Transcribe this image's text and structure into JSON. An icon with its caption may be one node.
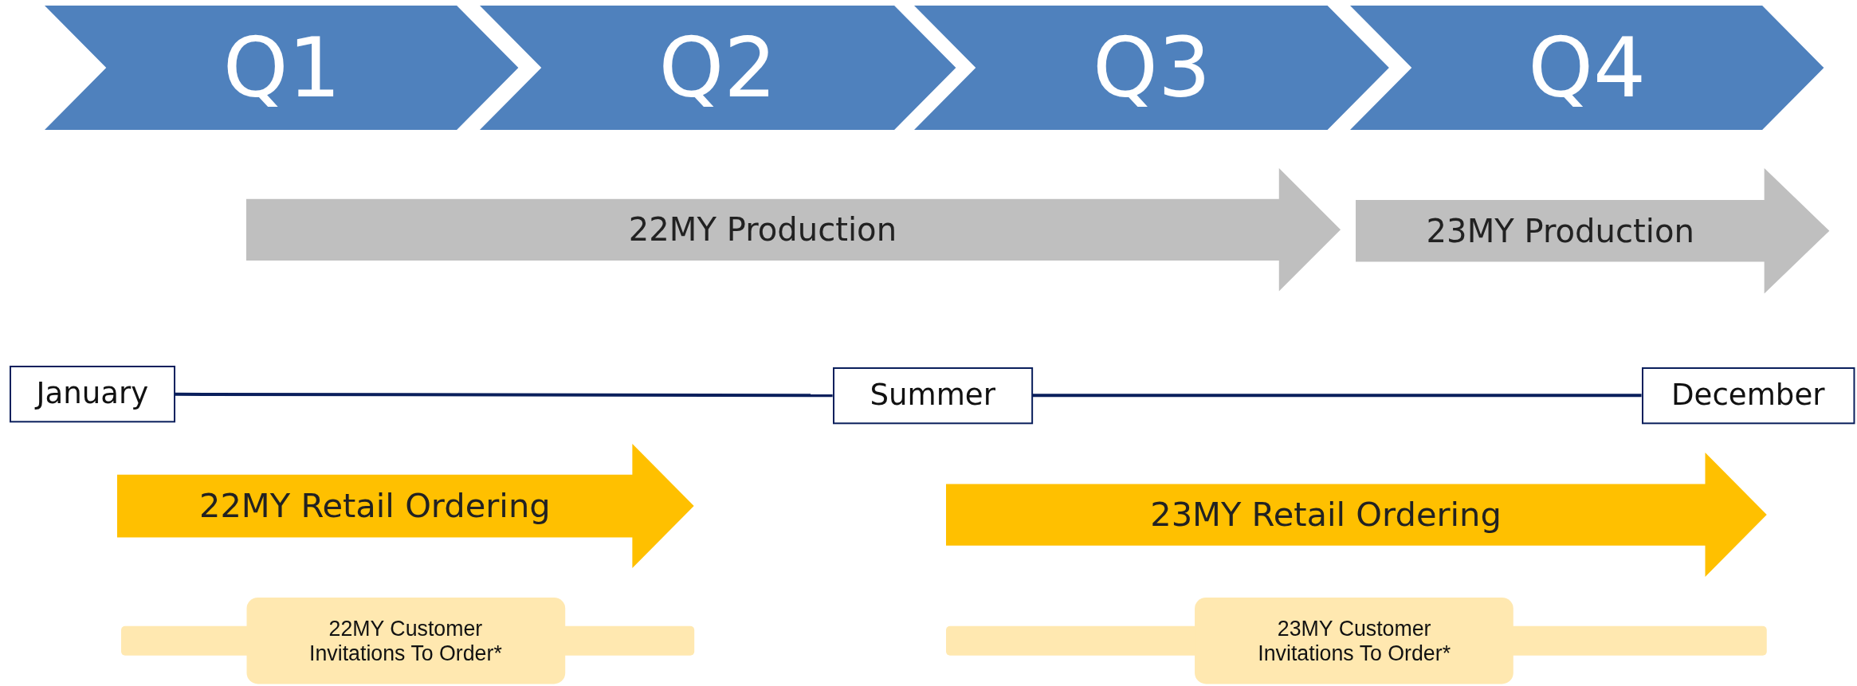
{
  "diagram": {
    "nodes": [
      {
        "text": [
          "Q1"
        ]
      },
      {
        "text": [
          "Q2"
        ]
      },
      {
        "text": [
          "Q3"
        ]
      },
      {
        "text": [
          "Q4"
        ]
      },
      {
        "text": [
          "22MY Production"
        ]
      },
      {
        "text": [
          "23MY Production"
        ]
      },
      {
        "text": [
          "January"
        ]
      },
      {
        "text": [
          "Summer"
        ]
      },
      {
        "text": [
          "December"
        ]
      },
      {
        "text": [
          "22MY Retail Ordering"
        ]
      },
      {
        "text": [
          "23MY Retail Ordering"
        ]
      },
      {
        "text": [
          "22MY Customer Invitations To Order*"
        ]
      },
      {
        "text": [
          "23MY Customer Invitations To Order*"
        ]
      }
    ],
    "edges": [
      {
        "from": 6,
        "to": 7,
        "arrow": "none"
      },
      {
        "from": 7,
        "to": 8,
        "arrow": "none"
      }
    ]
  }
}
